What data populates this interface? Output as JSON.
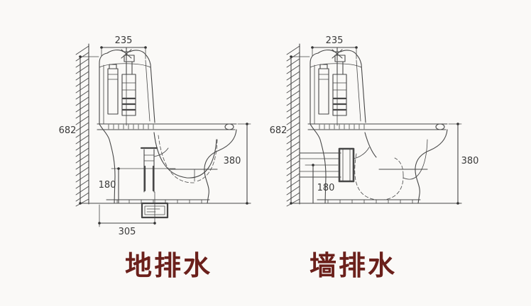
{
  "page": {
    "background_color": "#faf9f7",
    "line_color": "#474747",
    "dim_text_color": "#3a3a3a",
    "caption_color": "#6b201b"
  },
  "drawings": [
    {
      "caption": "地排水",
      "dims": {
        "tank_top_width": "235",
        "overall_height": "682",
        "rim_height": "380",
        "trap_height": "180",
        "outlet_offset": "305"
      }
    },
    {
      "caption": "墙排水",
      "dims": {
        "tank_top_width": "235",
        "overall_height": "682",
        "rim_height": "380",
        "trap_height": "180"
      }
    }
  ]
}
